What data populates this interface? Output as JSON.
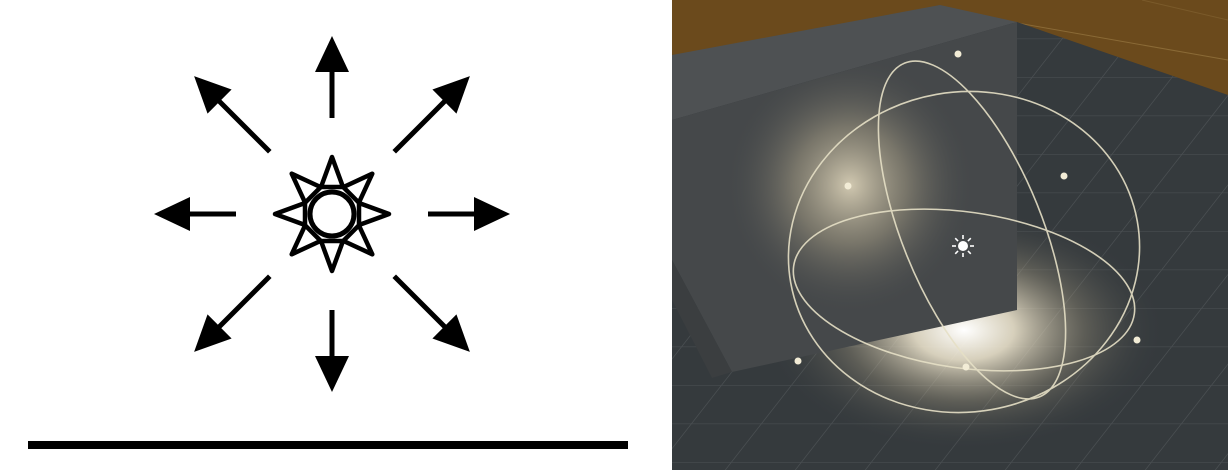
{
  "figure": {
    "left_panel": {
      "subject": "point-light-diagram",
      "icon": "sun-icon",
      "ray_directions": [
        "up",
        "up-right",
        "right",
        "down-right",
        "down",
        "down-left",
        "left",
        "up-left"
      ],
      "ground": "ground-line"
    },
    "right_panel": {
      "subject": "point-light-scene",
      "icon": "light-bulb-icon",
      "gizmo": "range-sphere"
    }
  },
  "colors": {
    "diagram_ink": "#000000",
    "diagram_bg": "#ffffff",
    "floor": "#3a3e41",
    "grid": "#4a4f52",
    "backdrop_floor": "#6b4a1c",
    "cube_front": "#454849",
    "cube_top": "#505354",
    "light_glow": "#fff4dc",
    "gizmo_line": "#e6e0c6"
  }
}
